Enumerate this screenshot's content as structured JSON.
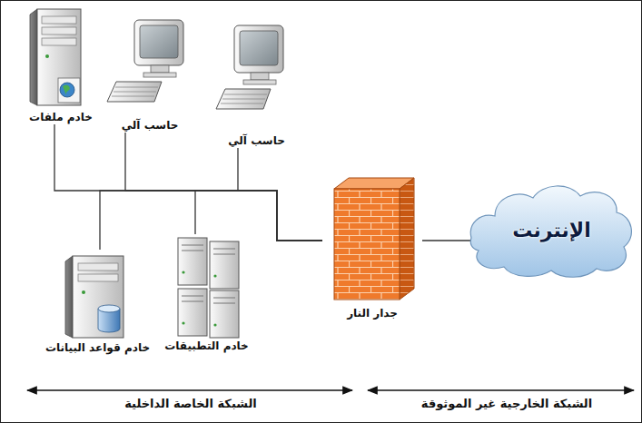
{
  "diagram": {
    "nodes": [
      {
        "text": [
          "خادم ملفات"
        ]
      },
      {
        "text": [
          "حاسب آلي"
        ]
      },
      {
        "text": [
          "حاسب آلي"
        ]
      },
      {
        "text": [
          "خادم قواعد البيانات"
        ]
      },
      {
        "text": [
          "خادم التطبيقات"
        ]
      },
      {
        "text": [
          "جدار النار"
        ]
      },
      {
        "text": [
          "الإنترنت"
        ]
      }
    ],
    "edges": [
      {
        "from": 0,
        "to": 5,
        "arrow": "none"
      },
      {
        "from": 1,
        "to": 5,
        "arrow": "none"
      },
      {
        "from": 2,
        "to": 5,
        "arrow": "none"
      },
      {
        "from": 3,
        "to": 5,
        "arrow": "none"
      },
      {
        "from": 4,
        "to": 5,
        "arrow": "none"
      },
      {
        "from": 5,
        "to": 6,
        "arrow": "none"
      }
    ],
    "labels": [
      "الشبكة الخاصة الداخلية",
      "الشبكة الخارجية غير الموثوقة"
    ]
  }
}
